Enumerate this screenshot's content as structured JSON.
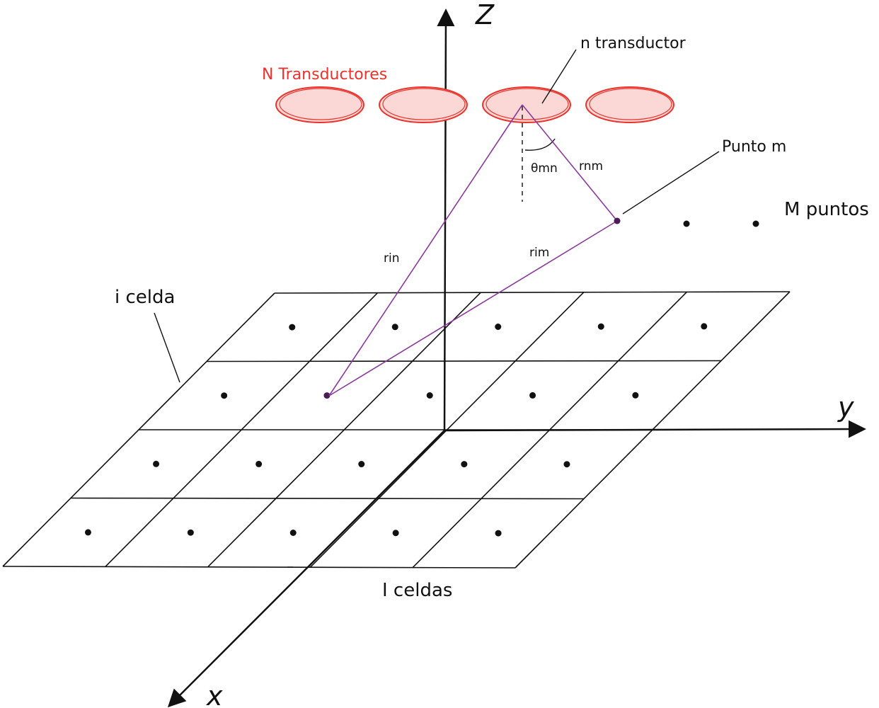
{
  "colors": {
    "ink": "#111111",
    "transducer_stroke": "#e8342c",
    "transducer_fill": "#fbd7d5",
    "ray": "#8a3a9a"
  },
  "axes": {
    "z": "Z",
    "y": "y",
    "x": "x"
  },
  "labels": {
    "transducers": "N Transductores",
    "n_transducer": "n transductor",
    "point_m": "Punto  m",
    "m_points": "M puntos",
    "theta": "θmn",
    "r_nm": "rnm",
    "r_in": "rin",
    "r_im": "rim",
    "i_cell": "i celda",
    "I_cells": "I celdas"
  },
  "grid": {
    "rows": 4,
    "cols": 5
  },
  "transducers": {
    "count": 4
  },
  "far_points": {
    "count": 3
  }
}
